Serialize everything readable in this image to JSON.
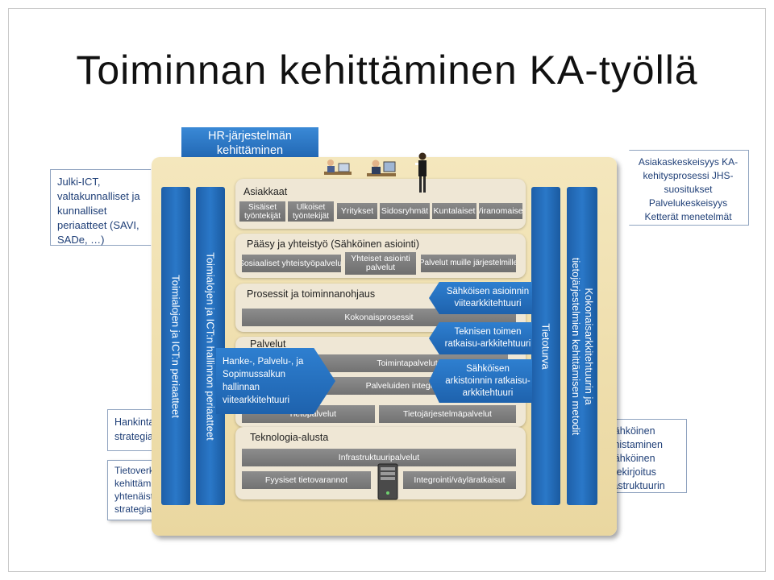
{
  "title": "Toiminnan kehittäminen KA-työllä",
  "hr_header": "HR-järjestelmän kehittäminen",
  "left_top": "Julki-ICT, valtakunnalliset ja kunnalliset periaatteet (SAVI, SADe, …)",
  "left_mid": "Hankinta-strategiatyö",
  "left_bottom": "Tietoverkkojen kehittämisen ja yhtenäistämisen strategia",
  "right_top": "Asiakaskeskeisyys KA-kehitysprosessi JHS-suositukset Palvelukeskeisyys Ketterät menetelmät",
  "right_bottom": "Sähköinen tunnistaminen Sähköinen allekirjoitus Infrastruktuurin turvallisuus",
  "vbars": {
    "bar1": "Toimialojen ja ICT:n periaatteet",
    "bar2": "Toimialojen ja ICT:n hallinnon periaatteet",
    "bar3": "Tietoturva",
    "bar4_line1": "Kokonaisarkkitehtuurin ja",
    "bar4_line2": "tietojärjestelmien kehittämisen metodit"
  },
  "layers": {
    "asiakkaat": {
      "title": "Asiakkaat",
      "items": [
        "Sisäiset työntekijät",
        "Ulkoiset työntekijät",
        "Yritykset",
        "Sidosryhmät",
        "Kuntalaiset",
        "Viranomaiset"
      ]
    },
    "paasy": {
      "title": "Pääsy ja yhteistyö (Sähköinen asiointi)",
      "items": [
        "Sosiaaliset yhteistyöpalvelut",
        "Yhteiset asiointi palvelut",
        "Palvelut muille järjestelmille"
      ]
    },
    "prosessit": {
      "title": "Prosessit ja toiminnanohjaus",
      "items": [
        "Kokonaisprosessit"
      ]
    },
    "palvelut": {
      "title": "Palvelut",
      "items": [
        "Toimintapalvelut",
        "Palveluiden integrointi",
        "Tietopalvelut",
        "Tietojärjestelmäpalvelut"
      ]
    },
    "teknologia": {
      "title": "Teknologia-alusta",
      "items": [
        "Infrastruktuuripalvelut",
        "Fyysiset tietovarannot",
        "Integrointi/väyläratkaisut"
      ]
    }
  },
  "callouts": {
    "hanke": "Hanke-, Palvelu-, ja Sopimussalkun hallinnan viitearkkitehtuuri",
    "asiointi": "Sähköisen asioinnin viitearkkitehtuuri",
    "teknisen": "Teknisen toimen ratkaisu-arkkitehtuuri",
    "arkistointi": "Sähköisen arkistoinnin ratkaisu-arkkitehtuuri"
  },
  "colors": {
    "blue_bar": "#2a78c8",
    "panel_bg": "#ead7a0",
    "gray_box": "#7a7a7a",
    "side_text": "#1f3f77"
  },
  "icons": [
    "person-at-desk-icon",
    "person-at-computer-icon",
    "standing-woman-icon",
    "server-icon"
  ]
}
